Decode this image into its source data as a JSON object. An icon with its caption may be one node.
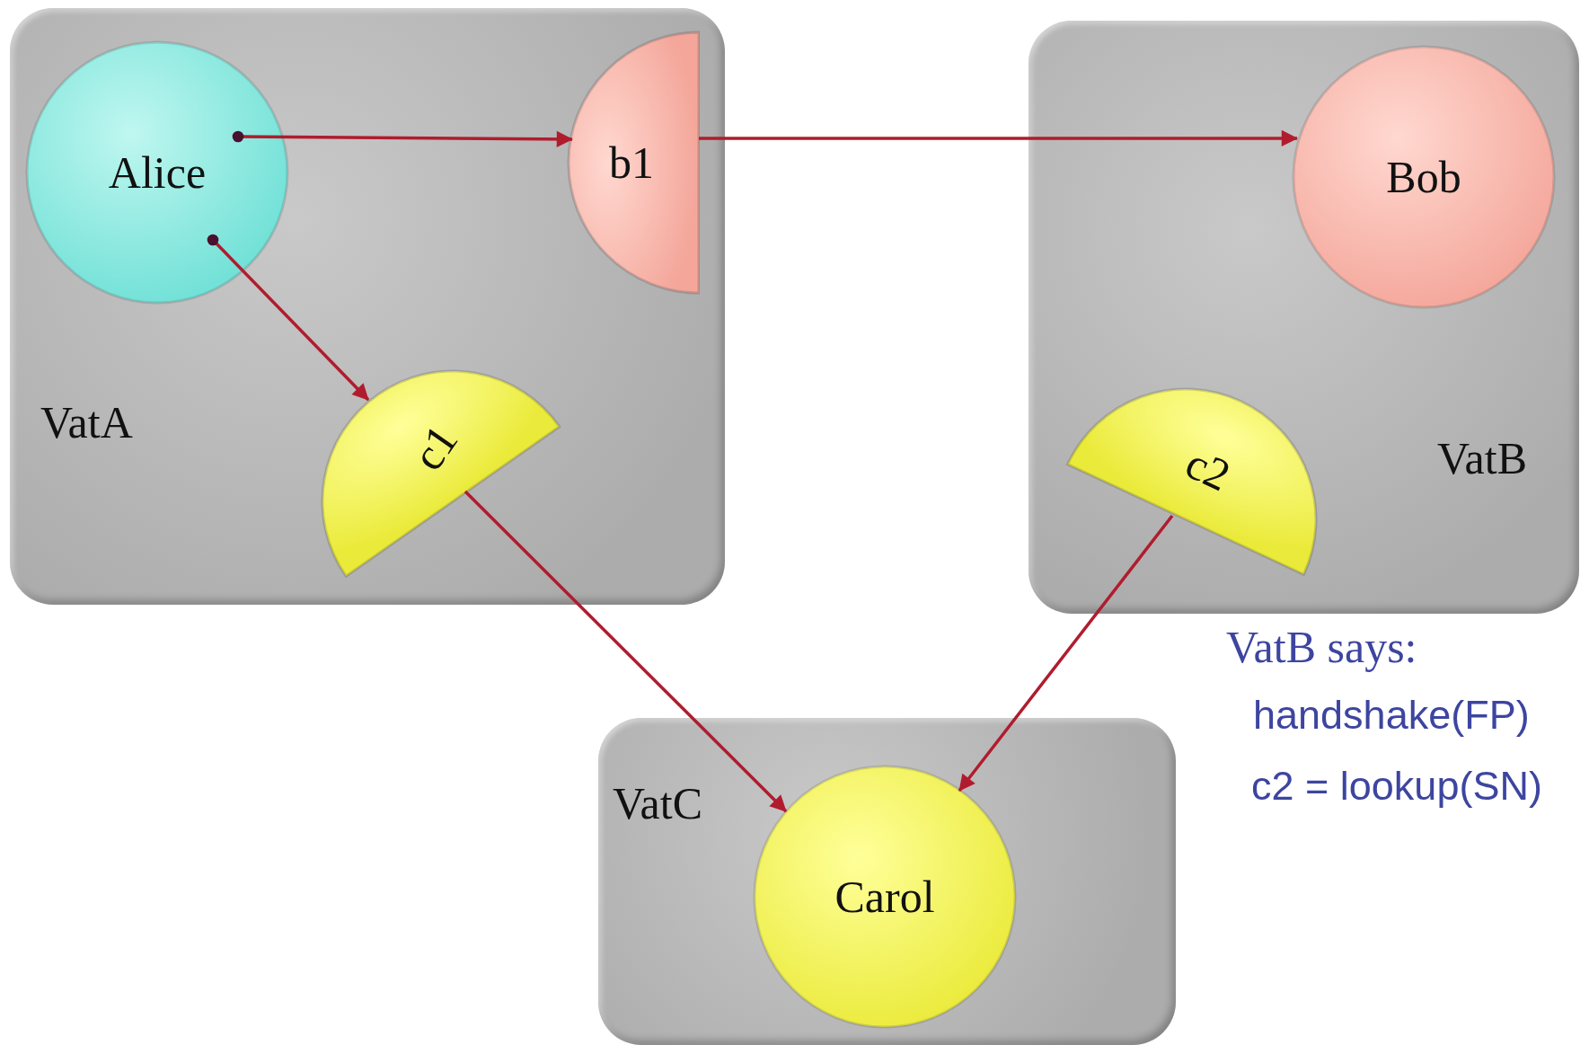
{
  "diagram": {
    "nodes": [
      {
        "text": [
          "VatA"
        ]
      },
      {
        "text": [
          "Alice"
        ],
        "in": 0
      },
      {
        "text": [
          "b1"
        ],
        "in": 0
      },
      {
        "text": [
          "c1"
        ],
        "in": 0
      },
      {
        "text": [
          "VatB"
        ]
      },
      {
        "text": [
          "Bob"
        ],
        "in": 4
      },
      {
        "text": [
          "c2"
        ],
        "in": 4
      },
      {
        "text": [
          "VatC"
        ]
      },
      {
        "text": [
          "Carol"
        ],
        "in": 7
      }
    ],
    "edges": [
      {
        "from": 1,
        "to": 2,
        "arrow": "to"
      },
      {
        "from": 2,
        "to": 5,
        "arrow": "to"
      },
      {
        "from": 1,
        "to": 3,
        "arrow": "to"
      },
      {
        "from": 3,
        "to": 8,
        "arrow": "to"
      },
      {
        "from": 6,
        "to": 8,
        "arrow": "to"
      }
    ],
    "labels": [
      "VatB says:",
      "handshake(FP)",
      "c2 = lookup(SN)"
    ]
  }
}
